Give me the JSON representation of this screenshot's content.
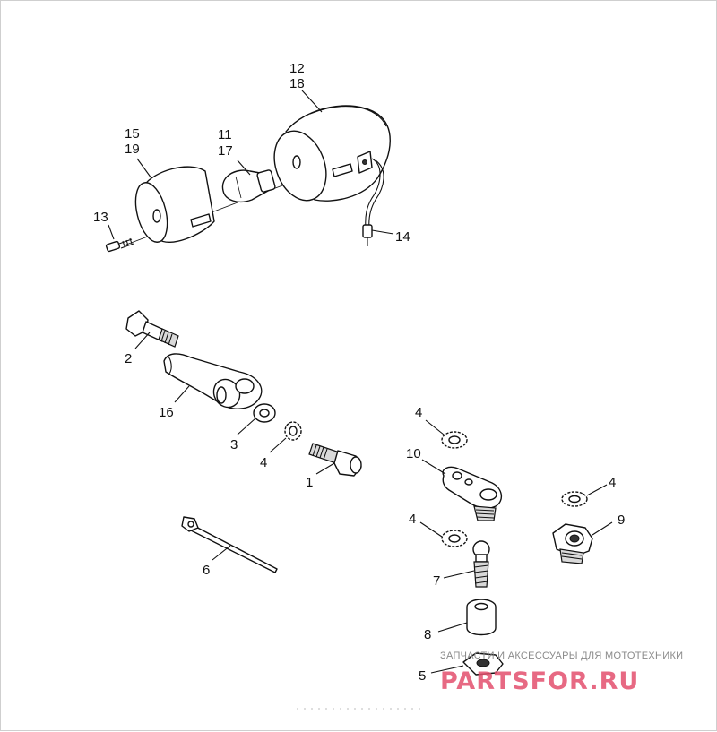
{
  "callouts": [
    {
      "id": "c12",
      "text": "12"
    },
    {
      "id": "c18",
      "text": "18"
    },
    {
      "id": "c11",
      "text": "11"
    },
    {
      "id": "c17",
      "text": "17"
    },
    {
      "id": "c15",
      "text": "15"
    },
    {
      "id": "c19",
      "text": "19"
    },
    {
      "id": "c13",
      "text": "13"
    },
    {
      "id": "c14",
      "text": "14"
    },
    {
      "id": "c2",
      "text": "2"
    },
    {
      "id": "c16",
      "text": "16"
    },
    {
      "id": "c3",
      "text": "3"
    },
    {
      "id": "c4a",
      "text": "4"
    },
    {
      "id": "c1",
      "text": "1"
    },
    {
      "id": "c4b",
      "text": "4"
    },
    {
      "id": "c10",
      "text": "10"
    },
    {
      "id": "c4c",
      "text": "4"
    },
    {
      "id": "c9",
      "text": "9"
    },
    {
      "id": "c4d",
      "text": "4"
    },
    {
      "id": "c7",
      "text": "7"
    },
    {
      "id": "c6",
      "text": "6"
    },
    {
      "id": "c8",
      "text": "8"
    },
    {
      "id": "c5",
      "text": "5"
    }
  ],
  "watermark": {
    "tagline": "ЗАПЧАСТИ И АКСЕССУАРЫ ДЛЯ МОТОТЕХНИКИ",
    "logo": "PARTSFOR.RU"
  }
}
